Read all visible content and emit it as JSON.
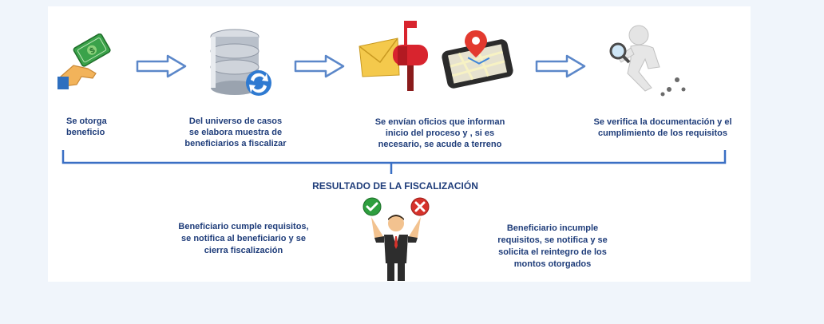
{
  "steps": [
    {
      "lines": [
        "Se otorga",
        "beneficio"
      ]
    },
    {
      "lines": [
        "Del universo de casos",
        "se elabora muestra de",
        "beneficiarios a fiscalizar"
      ]
    },
    {
      "lines": [
        "Se envían oficios que informan",
        "inicio del proceso y , si es",
        "necesario, se acude a terreno"
      ]
    },
    {
      "lines": [
        "Se verifica la documentación y el",
        "cumplimiento de los requisitos"
      ]
    }
  ],
  "result_title": "RESULTADO DE LA FISCALIZACIÓN",
  "outcomes": {
    "pass": [
      "Beneficiario cumple requisitos,",
      "se notifica al beneficiario y se",
      "cierra fiscalización"
    ],
    "fail": [
      "Beneficiario incumple",
      "requisitos, se notifica y se",
      "solicita el reintegro de los",
      "montos otorgados"
    ]
  },
  "colors": {
    "text": "#1f3d7a",
    "line": "#3a6fc4",
    "pass": "#2e9e3e",
    "fail": "#d6322b"
  },
  "icons": [
    "money-hand-icon",
    "database-icon",
    "mailbox-icon",
    "phone-map-icon",
    "magnifier-figure-icon",
    "check-icon",
    "cross-icon",
    "businessman-icon"
  ]
}
